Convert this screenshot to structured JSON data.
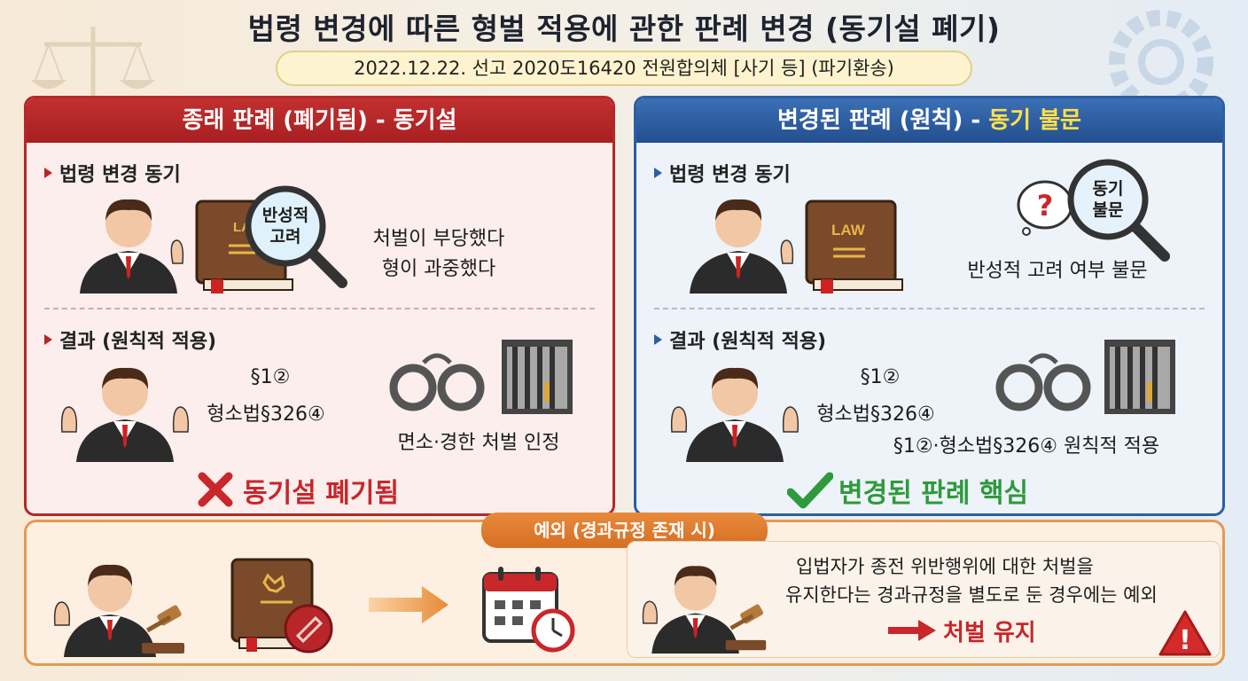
{
  "title": "법령 변경에 따른 형벌 적용에 관한 판례 변경 (동기설 폐기)",
  "subtitle": "2022.12.22. 선고 2020도16420 전원합의체 [사기 등] (파기환송)",
  "left_panel": {
    "header": "종래 판례 (폐기됨) - 동기설",
    "section1_label": "법령 변경 동기",
    "book_text": "LAW",
    "magnifier_text_1": "반성적",
    "magnifier_text_2": "고려",
    "reason_line1": "처벌이 부당했다",
    "reason_line2": "형이 과중했다",
    "section2_label": "결과 (원칙적 적용)",
    "law_line1": "§1②",
    "law_line2": "형소법§326④",
    "result_text": "면소·경한 처벌 인정",
    "verdict": "동기설 폐기됨"
  },
  "right_panel": {
    "header_main": "변경된 판례 (원칙) - ",
    "header_accent": "동기 불문",
    "section1_label": "법령 변경 동기",
    "book_text": "LAW",
    "magnifier_text_1": "동기",
    "magnifier_text_2": "불문",
    "bubble_mark": "?",
    "reason_line1": "반성적 고려 여부 불문",
    "section2_label": "결과 (원칙적 적용)",
    "law_line1": "§1②",
    "law_line2": "형소법§326④",
    "result_text": "§1②·형소법§326④ 원칙적 적용",
    "verdict": "변경된 판례 핵심"
  },
  "exception": {
    "tab_label": "예외 (경과규정 존재 시)",
    "text_line1": "입법자가 종전 위반행위에 대한 처벌을",
    "text_line2": "유지한다는 경과규정을 별도로 둔 경우에는  예외",
    "result": "처벌 유지",
    "warning_mark": "!"
  },
  "colors": {
    "left_accent": "#b5282a",
    "right_accent": "#2c5ea3",
    "exception_accent": "#e39a52",
    "check_green": "#2e9a3c",
    "cross_red": "#c8272b"
  },
  "icons": [
    "judge-icon",
    "law-book-icon",
    "magnifier-icon",
    "handcuffs-icon",
    "jail-icon",
    "gavel-icon",
    "calendar-clock-icon",
    "arrow-icon",
    "warning-icon",
    "check-icon",
    "cross-icon",
    "question-bubble-icon"
  ]
}
